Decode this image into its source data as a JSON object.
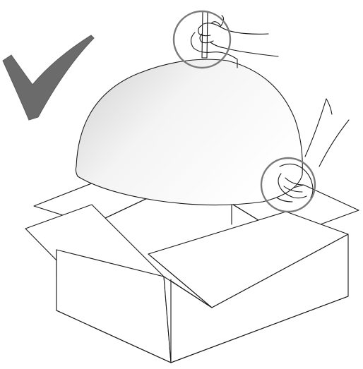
{
  "illustration": {
    "status": "correct",
    "check_mark_color": "#6b6b6b",
    "callout_color": "#7a7a7a",
    "icons": [
      "check-mark-icon",
      "lamp-shade",
      "hand-holding-cord",
      "hand-supporting-shade",
      "cardboard-box"
    ]
  }
}
